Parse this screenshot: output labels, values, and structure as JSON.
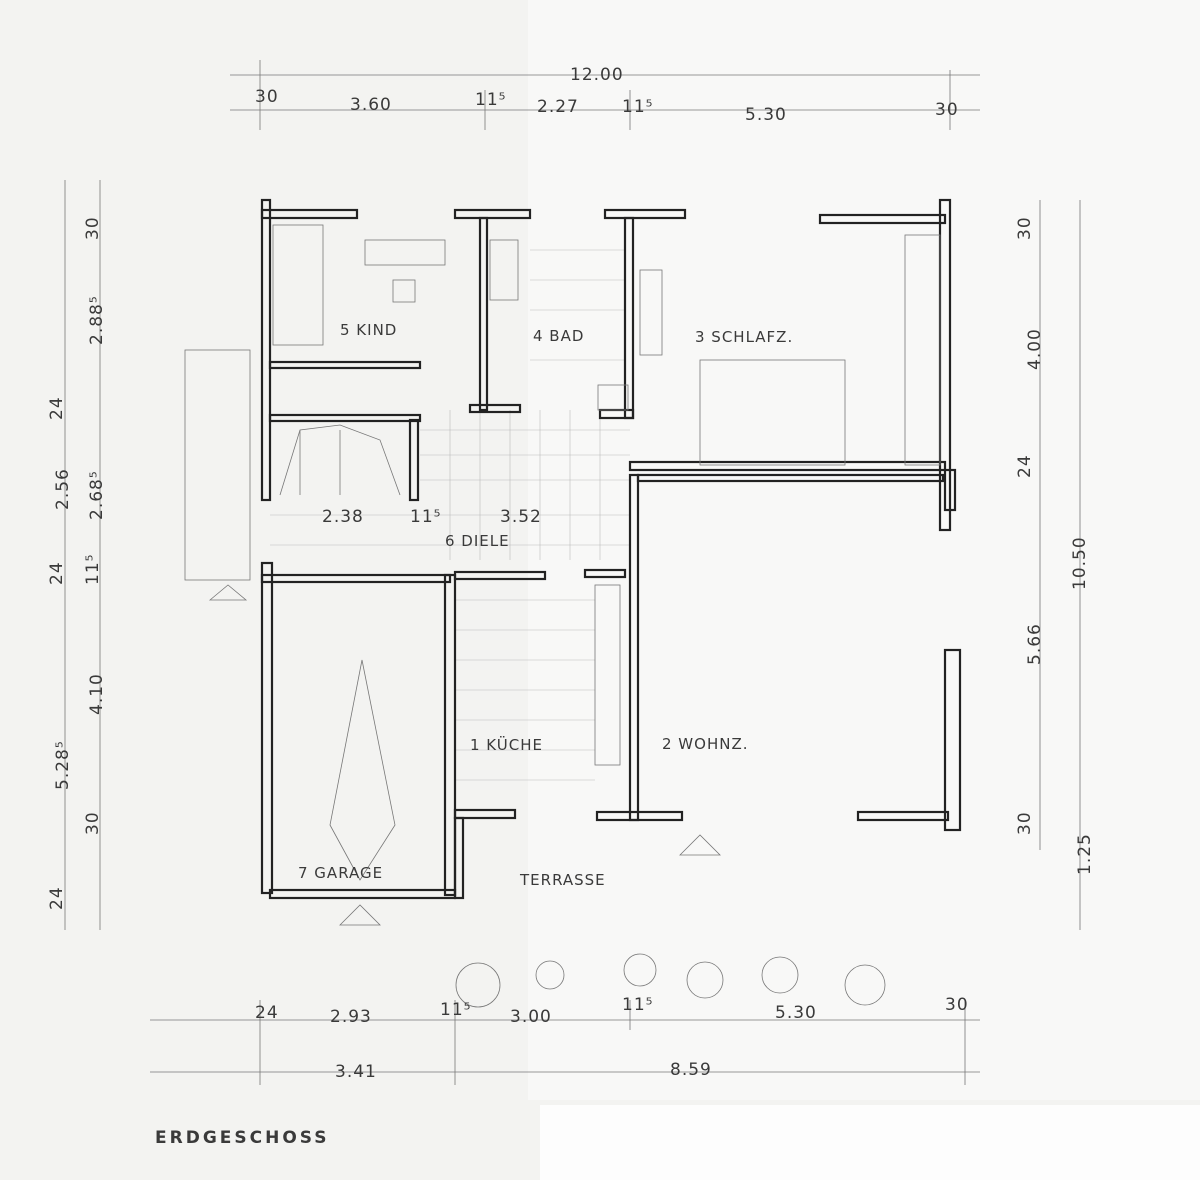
{
  "drawing": {
    "title": "ERDGESCHOSS",
    "top_dims": {
      "total": "12.00",
      "segments": [
        "30",
        "3.60",
        "11⁵",
        "2.27",
        "11⁵",
        "5.30",
        "30"
      ]
    },
    "left_dims": {
      "outer": [
        "24",
        "2.56",
        "24",
        "5.28⁵",
        "24"
      ],
      "inner": [
        "30",
        "2.88⁵",
        "2.68⁵",
        "11⁵",
        "4.10",
        "30"
      ]
    },
    "right_dims": {
      "segments": [
        "30",
        "4.00",
        "24",
        "5.66",
        "30"
      ],
      "total": "10.50",
      "terrace": "1.25"
    },
    "bottom_dims": {
      "segments": [
        "24",
        "2.93",
        "11⁵",
        "3.00",
        "11⁵",
        "5.30",
        "30"
      ],
      "totals": [
        "3.41",
        "8.59"
      ]
    },
    "diele_dims": [
      "2.38",
      "11⁵",
      "3.52"
    ],
    "rooms": [
      {
        "label": "1 KÜCHE"
      },
      {
        "label": "2 WOHNZ."
      },
      {
        "label": "3 SCHLAFZ."
      },
      {
        "label": "4 BAD"
      },
      {
        "label": "5 KIND"
      },
      {
        "label": "6 DIELE"
      },
      {
        "label": "7 GARAGE"
      }
    ],
    "terrace": "TERRASSE"
  }
}
